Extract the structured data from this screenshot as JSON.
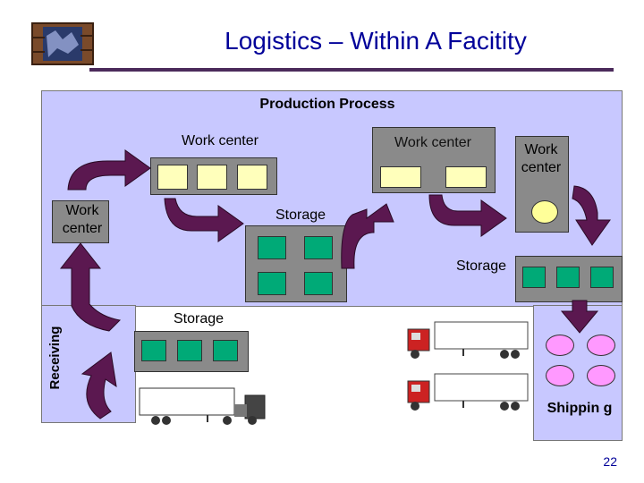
{
  "title": "Logistics – Within A Facitity",
  "production_process_label": "Production Process",
  "work_center_1": "Work center",
  "work_center_2": "Work center",
  "work_center_3": "Work center",
  "work_center_left": "Work center",
  "storage_1": "Storage",
  "storage_2": "Storage",
  "storage_3": "Storage",
  "receiving_label": "Receiving",
  "shipping_label": "Shippin g",
  "page_number": "22",
  "colors": {
    "title": "#000099",
    "rule": "#4b2a5b",
    "panel": "#c8c8ff",
    "box": "#8a8a8a",
    "storage_slot": "#00aa77",
    "work_slot": "#ffffbb",
    "arrow": "#5b1850",
    "shipping_item": "#ff99ff"
  }
}
